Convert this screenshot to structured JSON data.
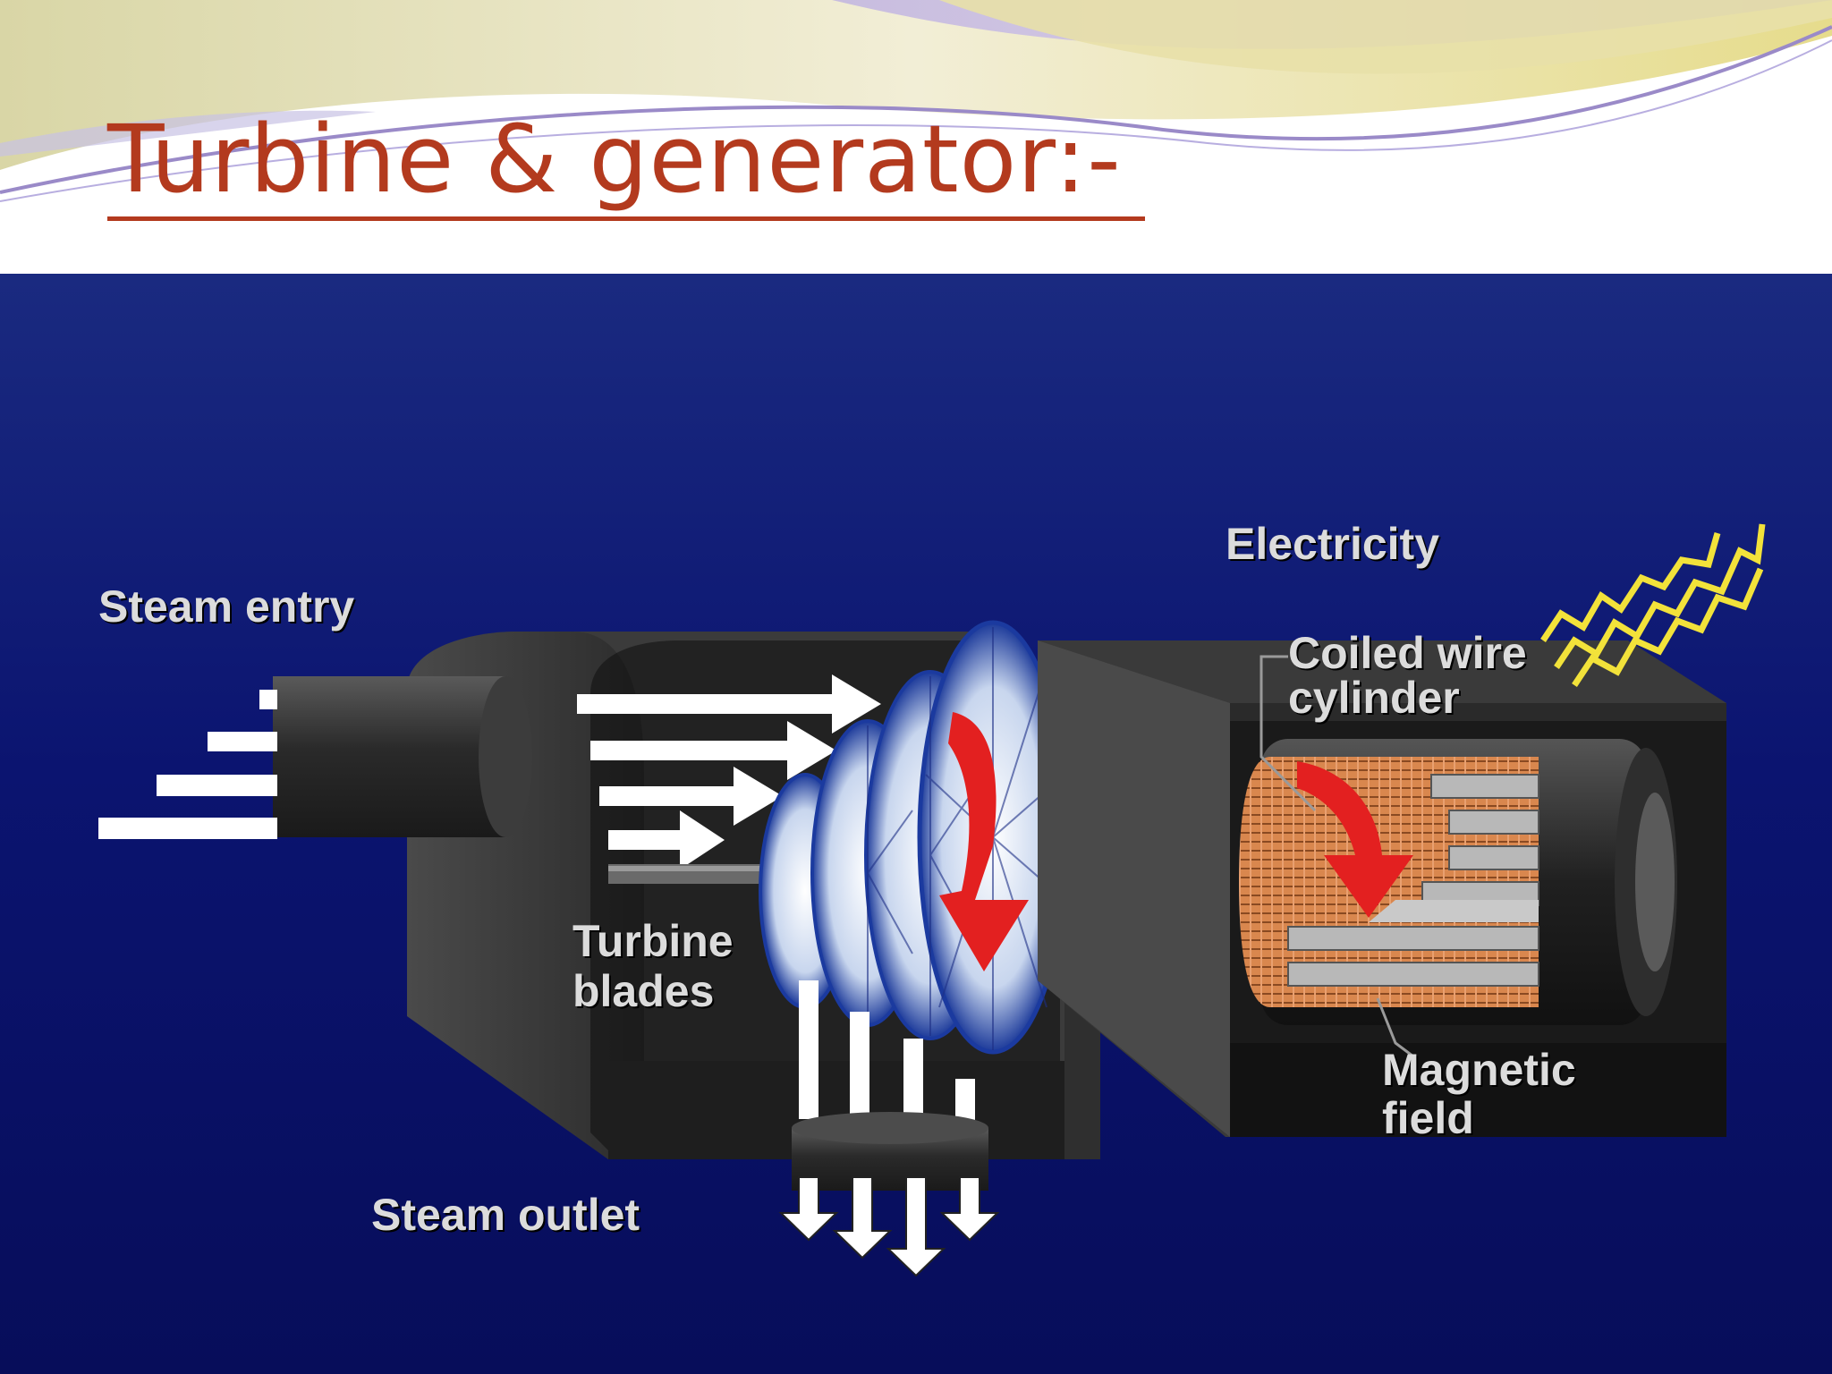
{
  "slide": {
    "title": "Turbine & generator:-",
    "title_color": "#b33a1e"
  },
  "diagram": {
    "background_color": "#0b1470",
    "labels": {
      "steam_entry": "Steam entry",
      "turbine_blades_line1": "Turbine",
      "turbine_blades_line2": "blades",
      "steam_outlet": "Steam outlet",
      "electricity": "Electricity",
      "coiled_wire_line1": "Coiled wire",
      "coiled_wire_line2": "cylinder",
      "magnetic_field_line1": "Magnetic",
      "magnetic_field_line2": "field"
    },
    "colors": {
      "housing": "#3a3a3a",
      "arrows": "#ffffff",
      "rotation_arrow": "#e32020",
      "coil": "#d9874e",
      "lightning": "#f2e23a"
    },
    "icons": [
      "steam-arrow-icon",
      "rotation-arrow-icon",
      "lightning-icon"
    ]
  }
}
